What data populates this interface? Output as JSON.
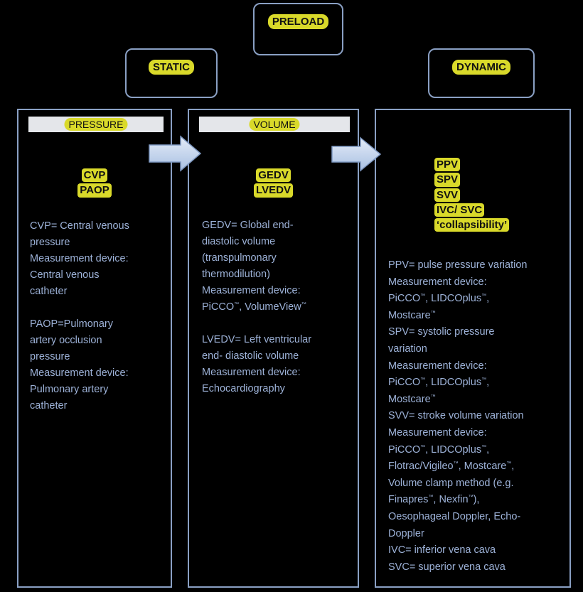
{
  "preload": "PRELOAD",
  "static": "STATIC",
  "dynamic": "DYNAMIC",
  "pressure": {
    "bar": "PRESSURE",
    "abbrs": [
      "CVP",
      "PAOP"
    ],
    "lines": [
      "CVP= Central venous",
      "pressure",
      "Measurement device:",
      "Central venous",
      "catheter",
      "",
      "PAOP=Pulmonary",
      "artery occlusion",
      "pressure",
      "Measurement device:",
      "Pulmonary artery",
      "catheter"
    ]
  },
  "volume": {
    "bar": "VOLUME",
    "abbrs": [
      "GEDV",
      "LVEDV"
    ],
    "lines": [
      "GEDV= Global end-",
      "diastolic volume",
      "(transpulmonary",
      "thermodilution)",
      "Measurement device:",
      "PiCCO™, VolumeView™",
      "",
      "LVEDV= Left ventricular",
      "end- diastolic volume",
      "Measurement device:",
      "Echocardiography"
    ]
  },
  "dynamic_col": {
    "abbrs": [
      "PPV",
      "SPV",
      "SVV",
      "IVC/ SVC",
      "‘collapsibility’"
    ],
    "lines": [
      "PPV= pulse pressure variation",
      "Measurement device:",
      "PiCCO™, LIDCOplus™,",
      "Mostcare™",
      "SPV= systolic pressure",
      "variation",
      "Measurement device:",
      "PiCCO™, LIDCOplus™,",
      "Mostcare™",
      "SVV= stroke volume variation",
      "Measurement device:",
      "PiCCO™, LIDCOplus™,",
      "Flotrac/Vigileo™, Mostcare™,",
      "Volume clamp method (e.g.",
      "Finapres™, Nexfin™),",
      "Oesophageal Doppler, Echo-",
      "Doppler",
      "IVC= inferior vena cava",
      "SVC= superior vena cava"
    ]
  },
  "colors": {
    "border": "#8aa0c4",
    "highlight": "#d9d92a",
    "text": "#9db2d8",
    "arrow": "#c5d6ee"
  }
}
